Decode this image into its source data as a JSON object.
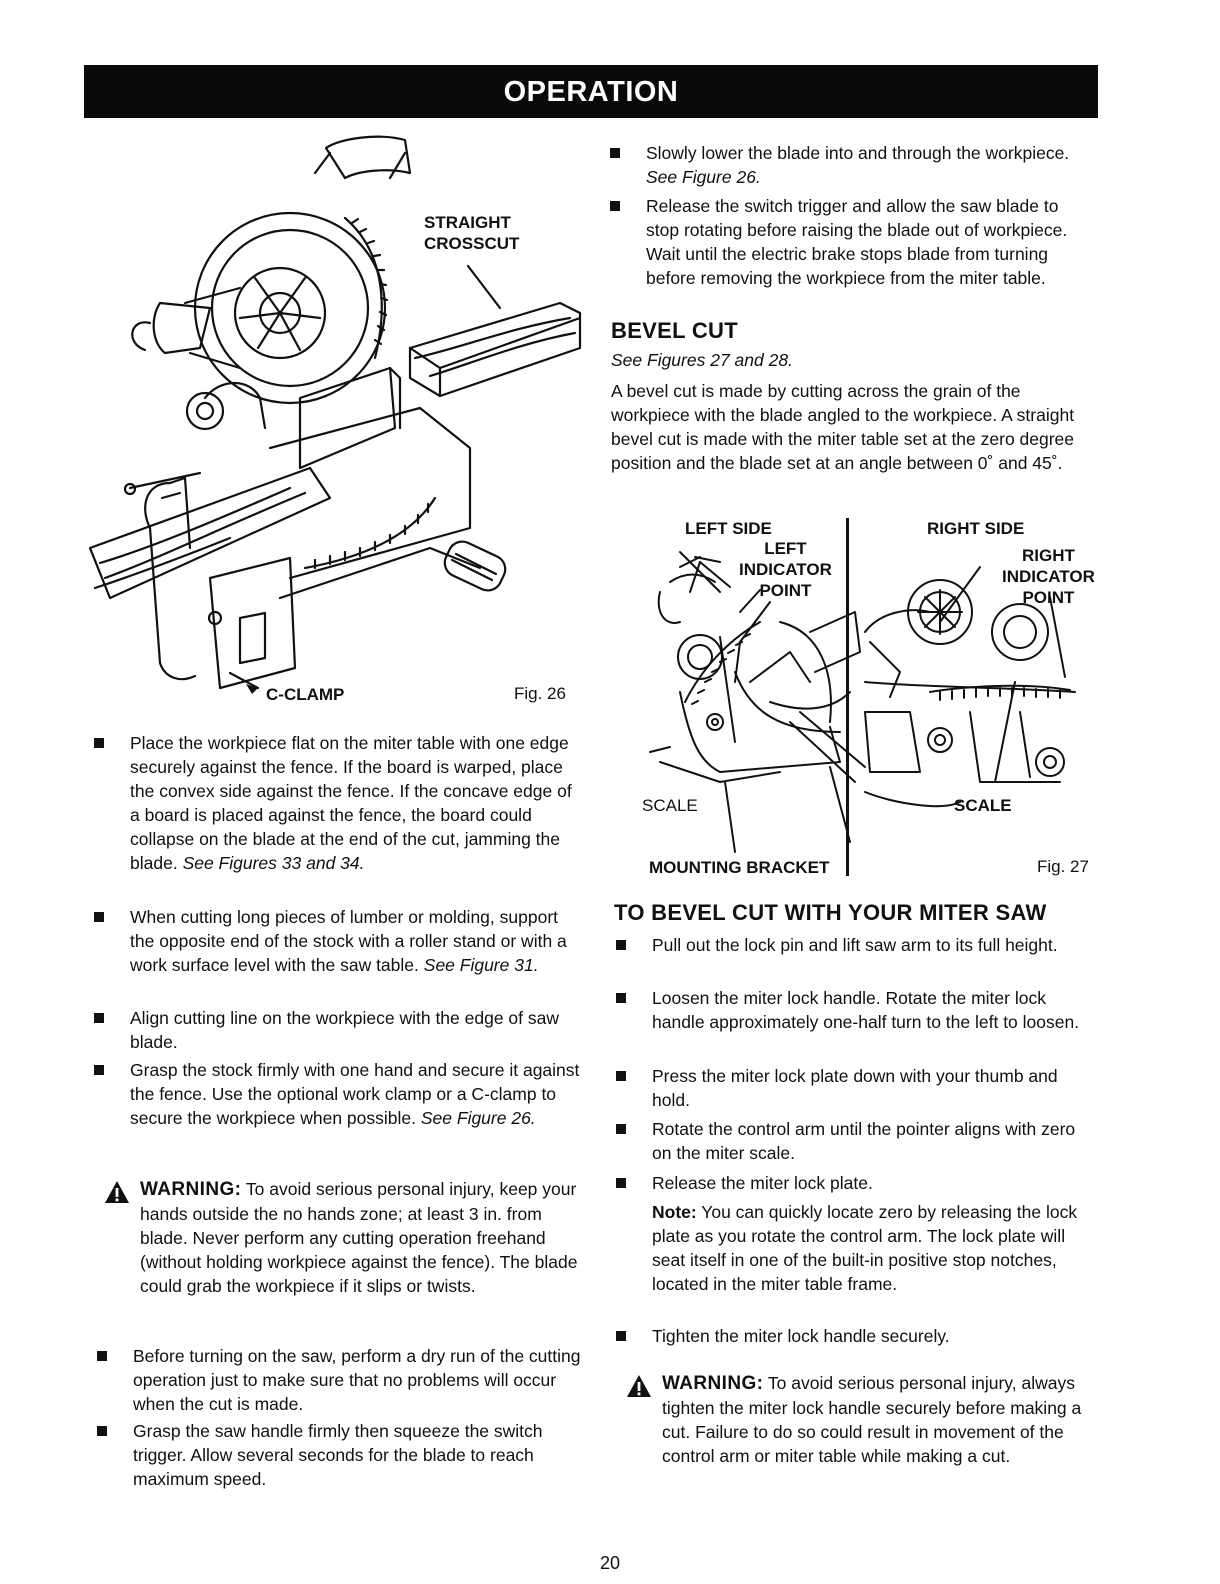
{
  "header": {
    "title": "OPERATION"
  },
  "fig26": {
    "label_straight": "STRAIGHT\nCROSSCUT",
    "label_cclamp": "C-CLAMP",
    "caption": "Fig. 26"
  },
  "fig27": {
    "left_side": "LEFT SIDE",
    "left_indicator": "LEFT\nINDICATOR\nPOINT",
    "scale_left": "SCALE",
    "mounting_bracket": "MOUNTING BRACKET",
    "right_side": "RIGHT SIDE",
    "right_indicator": "RIGHT\nINDICATOR\nPOINT",
    "scale_right": "SCALE",
    "caption": "Fig. 27"
  },
  "left_column": {
    "bullets": [
      {
        "text": "Place the workpiece flat on the miter table with one edge securely against the fence. If the board is warped, place the convex side against the fence. If the concave edge of a board is placed against the fence, the board could collapse on the blade at the end of the cut, jamming the blade.",
        "ref": "See Figures 33 and 34."
      },
      {
        "text": "When cutting long pieces of lumber or molding, support the opposite end of the stock with a roller stand or with a work surface level with the saw table.",
        "ref": "See Figure 31."
      },
      {
        "text": "Align cutting line on the workpiece with the edge of saw blade.",
        "ref": ""
      },
      {
        "text": "Grasp the stock firmly with one hand and secure it against the fence. Use the optional work clamp or a C-clamp to secure the workpiece when possible.",
        "ref": "See Figure 26."
      }
    ],
    "warning": {
      "lead": "WARNING:",
      "text": "To avoid serious personal injury, keep your hands outside the no hands zone; at least 3 in. from blade. Never perform any cutting operation freehand (without holding workpiece against the fence). The blade could grab the workpiece if it slips or twists."
    },
    "bullets2": [
      {
        "text": "Before turning on the saw, perform a dry run of the cutting operation just to make sure that no problems will occur when the cut is made."
      },
      {
        "text": "Grasp the saw handle firmly then squeeze the switch trigger. Allow several seconds for the blade to reach maximum speed."
      }
    ]
  },
  "right_column": {
    "bullets": [
      {
        "text": "Slowly lower the blade into and through the workpiece.",
        "ref": "See Figure 26."
      },
      {
        "text": "Release the switch trigger and allow the saw blade to stop rotating before raising the blade out of workpiece. Wait until the electric brake stops blade from turning before removing the workpiece from the miter table.",
        "ref": ""
      }
    ],
    "bevel_heading": "BEVEL CUT",
    "bevel_ref": "See Figures 27 and 28.",
    "bevel_text": "A bevel cut is made by cutting across the grain of the workpiece with the blade angled to the workpiece. A straight bevel cut is made with the miter table set at the zero degree position and the blade set at an angle between 0˚ and 45˚.",
    "to_bevel_heading": "TO BEVEL CUT WITH YOUR MITER SAW",
    "steps": [
      {
        "text": "Pull out the lock pin and lift saw arm to its full height."
      },
      {
        "text": "Loosen the miter lock handle. Rotate the miter lock handle approximately one-half turn to the left to loosen."
      },
      {
        "text": "Press the miter lock plate down with your thumb and hold."
      },
      {
        "text": "Rotate the control arm until the pointer aligns with zero on the miter scale."
      },
      {
        "text": "Release the miter lock plate."
      }
    ],
    "note": {
      "lead": "Note:",
      "text": "You can quickly locate zero by releasing the lock plate as you rotate the control arm. The lock plate will seat itself in one of the built-in positive stop notches, located in the miter table frame."
    },
    "step_last": {
      "text": "Tighten the miter lock handle securely."
    },
    "warning": {
      "lead": "WARNING:",
      "text": "To avoid serious personal injury, always tighten the miter lock handle securely before making a cut. Failure to do so could result in movement of the control arm or miter table while making a cut."
    }
  },
  "footer": {
    "page_number": "20"
  }
}
